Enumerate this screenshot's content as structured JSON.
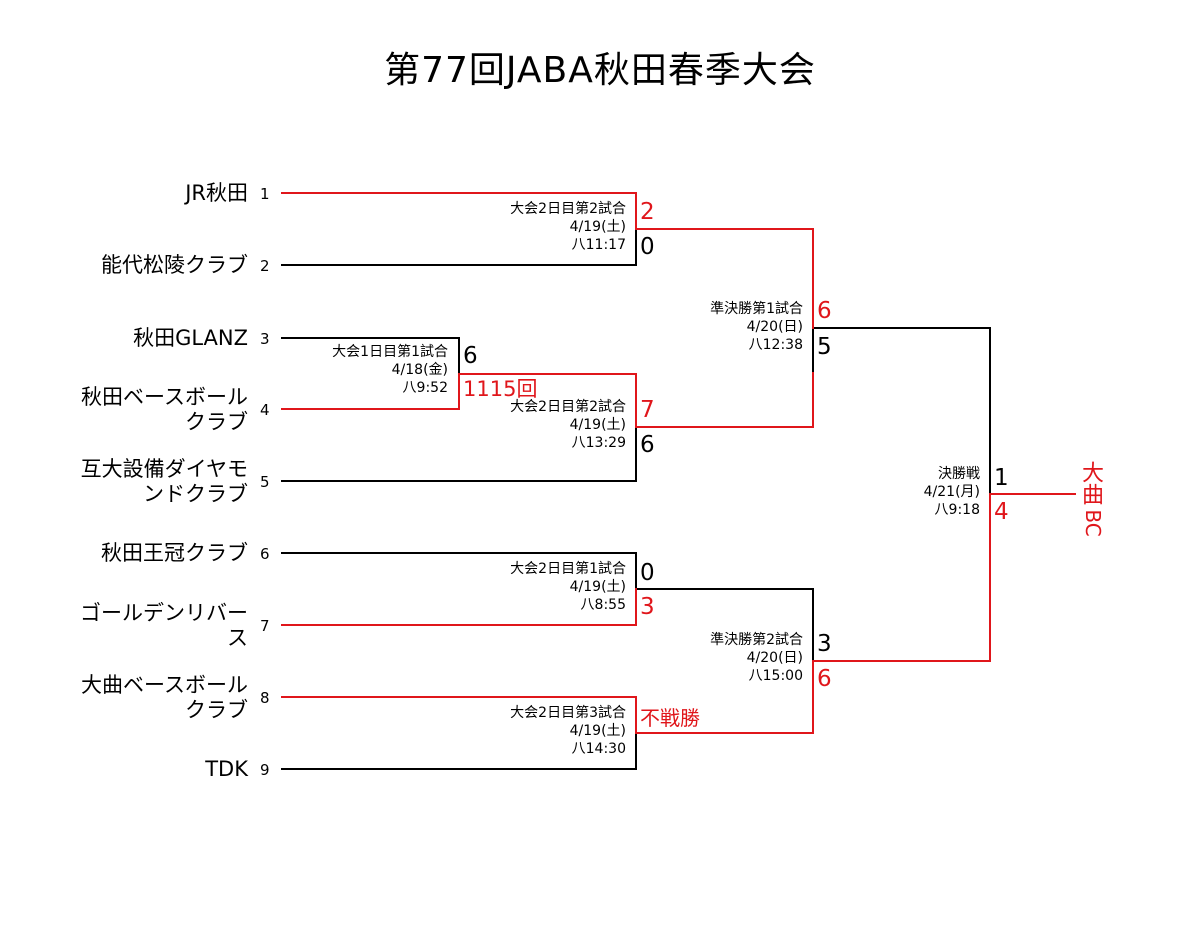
{
  "title": "第77回JABA秋田春季大会",
  "colors": {
    "line": "#000000",
    "winner": "#e0161b"
  },
  "teams": [
    {
      "seed": "1",
      "name": [
        "JR秋田"
      ]
    },
    {
      "seed": "2",
      "name": [
        "能代松陵クラブ"
      ]
    },
    {
      "seed": "3",
      "name": [
        "秋田GLANZ"
      ]
    },
    {
      "seed": "4",
      "name": [
        "秋田ベースボール",
        "クラブ"
      ]
    },
    {
      "seed": "5",
      "name": [
        "互大設備ダイヤモ",
        "ンドクラブ"
      ]
    },
    {
      "seed": "6",
      "name": [
        "秋田王冠クラブ"
      ]
    },
    {
      "seed": "7",
      "name": [
        "ゴールデンリバー",
        "ス"
      ]
    },
    {
      "seed": "8",
      "name": [
        "大曲ベースボール",
        "クラブ"
      ]
    },
    {
      "seed": "9",
      "name": [
        "TDK"
      ]
    }
  ],
  "matches": {
    "r1": {
      "label": "大会1日目第1試合",
      "date": "4/18(金)",
      "time": "八9:52",
      "score_top": "6",
      "score_bottom": "11",
      "note": "15回"
    },
    "qf1": {
      "label": "大会2日目第2試合",
      "date": "4/19(土)",
      "time": "八11:17",
      "score_top": "2",
      "score_bottom": "0"
    },
    "qf2": {
      "label": "大会2日目第2試合",
      "date": "4/19(土)",
      "time": "八13:29",
      "score_top": "7",
      "score_bottom": "6"
    },
    "qf3": {
      "label": "大会2日目第1試合",
      "date": "4/19(土)",
      "time": "八8:55",
      "score_top": "0",
      "score_bottom": "3"
    },
    "qf4": {
      "label": "大会2日目第3試合",
      "date": "4/19(土)",
      "time": "八14:30",
      "score_top": "不戦勝",
      "score_bottom": ""
    },
    "sf1": {
      "label": "準決勝第1試合",
      "date": "4/20(日)",
      "time": "八12:38",
      "score_top": "6",
      "score_bottom": "5"
    },
    "sf2": {
      "label": "準決勝第2試合",
      "date": "4/20(日)",
      "time": "八15:00",
      "score_top": "3",
      "score_bottom": "6"
    },
    "final": {
      "label": "決勝戦",
      "date": "4/21(月)",
      "time": "八9:18",
      "score_top": "1",
      "score_bottom": "4"
    }
  },
  "champion": {
    "name": "大曲",
    "suffix": "BC"
  }
}
